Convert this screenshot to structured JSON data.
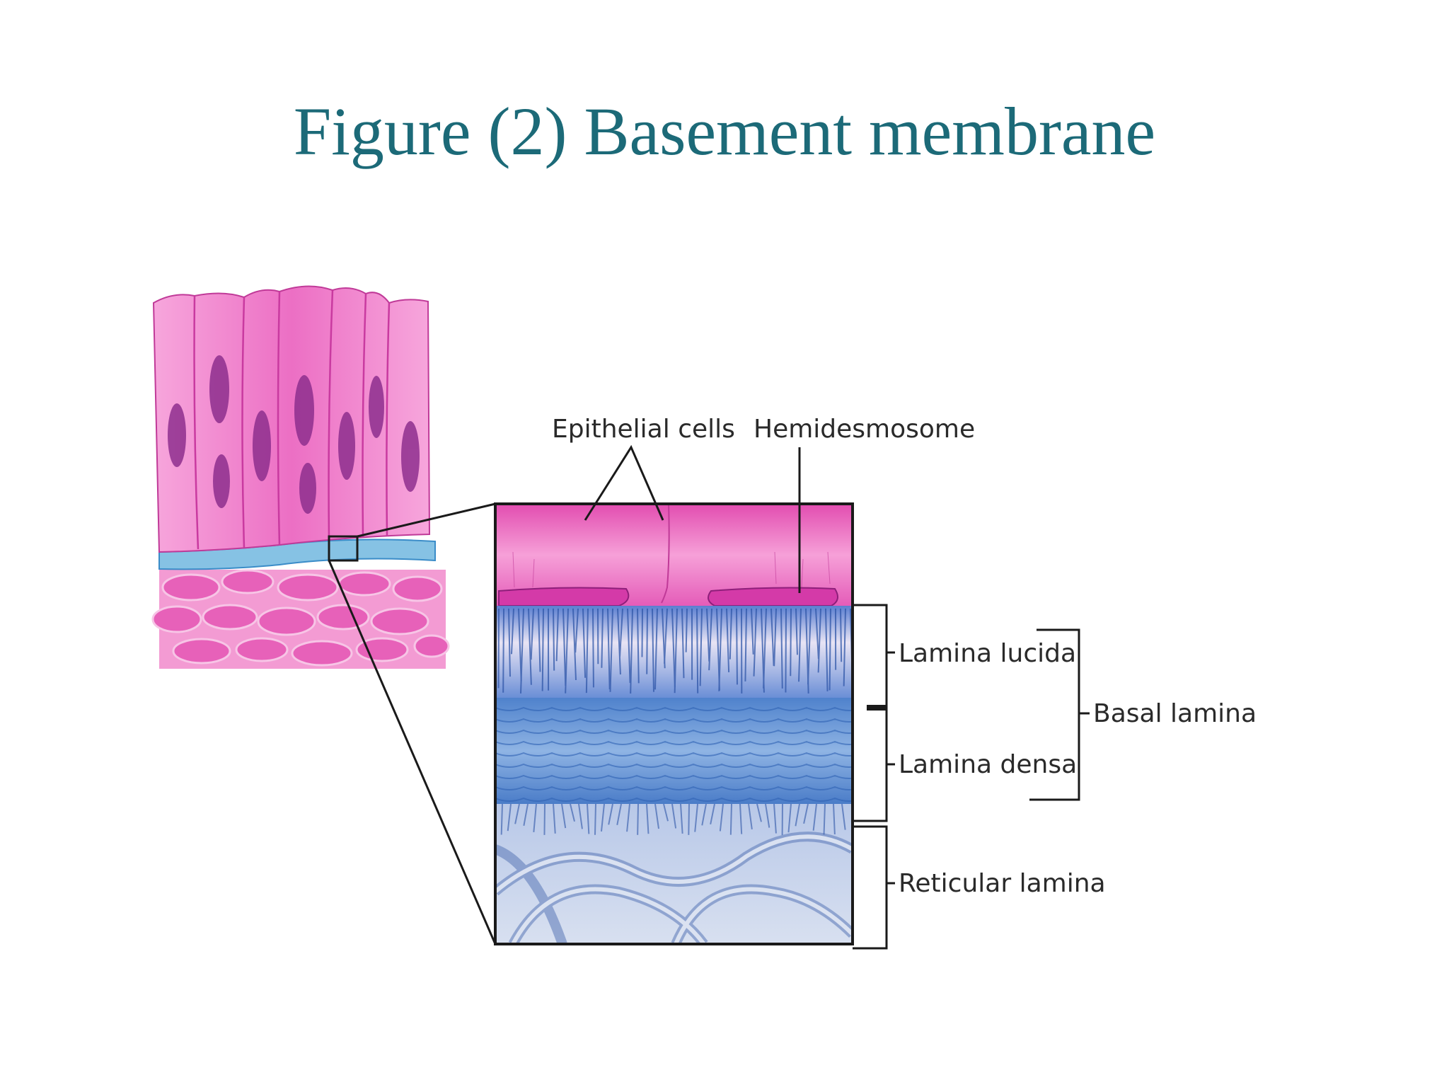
{
  "title": "Figure (2) Basement membrane",
  "labels": {
    "epithelial_cells": "Epithelial cells",
    "hemidesmosome": "Hemidesmosome",
    "lamina_lucida": "Lamina lucida",
    "lamina_densa": "Lamina densa",
    "reticular_lamina": "Reticular lamina",
    "basal_lamina": "Basal lamina"
  },
  "colors": {
    "title": "#1c6a78",
    "epithelium": "#e04fb0",
    "nucleus": "#8e2f8e",
    "basement": "#3a78c8",
    "connective": "#e86ab6",
    "line": "#1a1a1a"
  }
}
